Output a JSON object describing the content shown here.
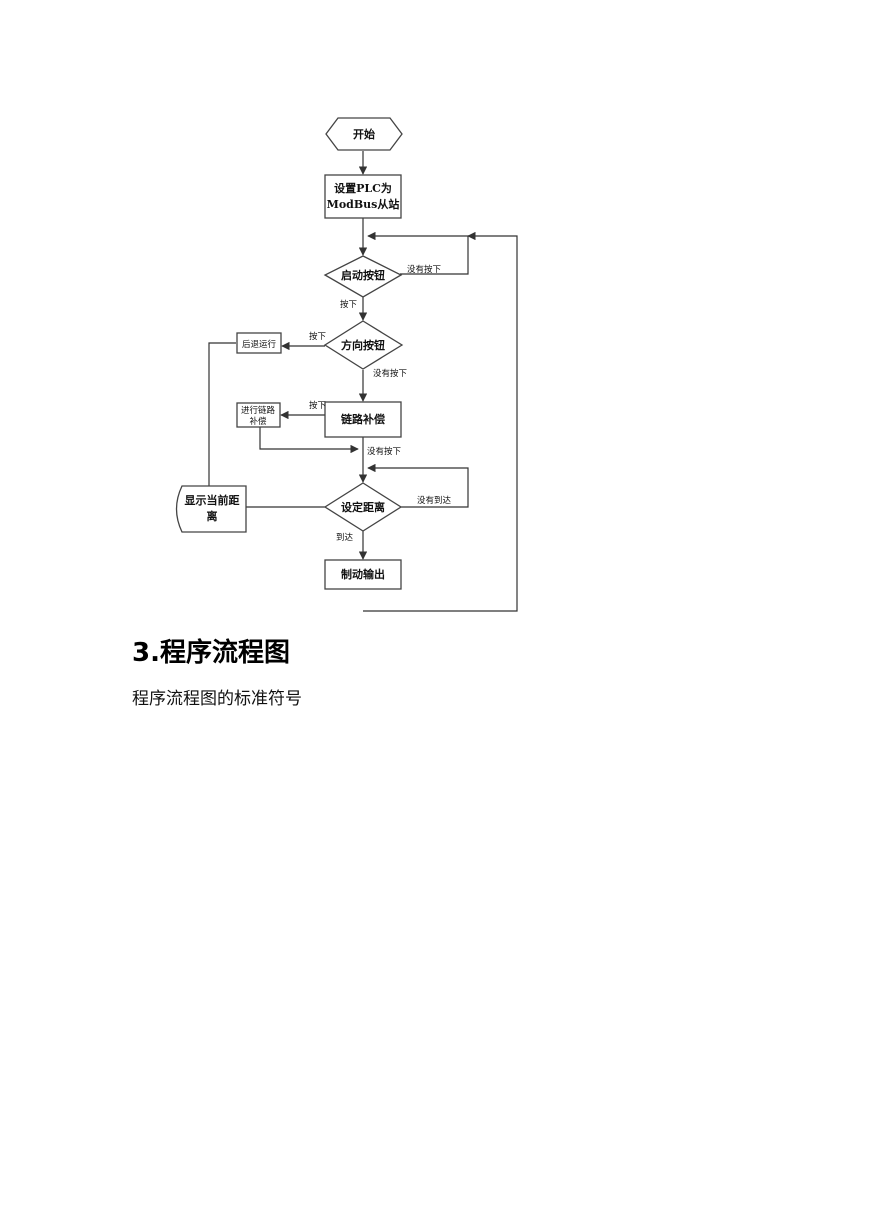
{
  "flowchart": {
    "nodes": {
      "start": "开始",
      "setup_line1": "设置PLC为",
      "setup_line2": "ModBus从站",
      "start_button": "启动按钮",
      "direction_button": "方向按钮",
      "reverse_run": "后退运行",
      "chain_comp_line1": "进行链路",
      "chain_comp_line2": "补偿",
      "chain_comp": "链路补偿",
      "display_line1": "显示当前距",
      "display_line2": "离",
      "set_distance": "设定距离",
      "brake_output": "制动输出"
    },
    "edges": {
      "not_pressed_1": "没有按下",
      "pressed_1": "按下",
      "pressed_2": "按下",
      "not_pressed_2": "没有按下",
      "pressed_3": "按下",
      "not_pressed_3": "没有按下",
      "not_reached": "没有到达",
      "reached": "到达"
    }
  },
  "document": {
    "heading": "3.程序流程图",
    "paragraph": "程序流程图的标准符号"
  }
}
